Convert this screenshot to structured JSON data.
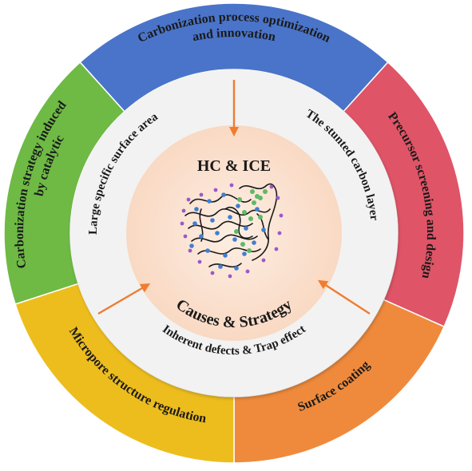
{
  "center": {
    "title": "HC & ICE",
    "subtitle": "Causes & Strategy"
  },
  "middle_ring": {
    "causes": [
      "Large specific surface area",
      "The stunted carbon layer",
      "Inherent defects & Trap effect"
    ]
  },
  "outer_ring": {
    "strategies": [
      {
        "text": "Carbonization process optimization and innovation",
        "lines": [
          "Carbonization process optimization",
          "and innovation"
        ],
        "color": "#4a74c9"
      },
      {
        "text": "Precursor screening and design",
        "lines": [
          "Precursor screening and design"
        ],
        "color": "#e05467"
      },
      {
        "text": "Surface coating",
        "lines": [
          "Surface coating"
        ],
        "color": "#ef8a3c"
      },
      {
        "text": "Micropore structure regulation",
        "lines": [
          "Micropore structure regulation"
        ],
        "color": "#edbd1d"
      },
      {
        "text": "Carbonization strategy induced by catalytic",
        "lines": [
          "Carbonization strategy induced",
          "by catalytic"
        ],
        "color": "#6eba45"
      }
    ]
  },
  "colors": {
    "middle_ring": "#f2f2f2",
    "center_fill": "#fbe3d2",
    "arrow": "#ee7d31",
    "text": "#1a1a1a"
  }
}
